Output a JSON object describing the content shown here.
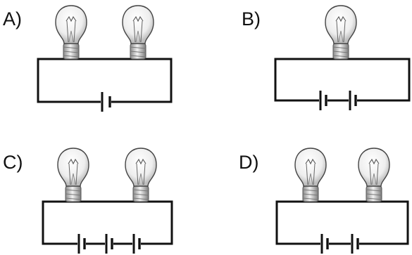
{
  "colors": {
    "wire": "#111111",
    "background": "#ffffff",
    "glass": "#f4f4f4",
    "base": "#d6d6d6"
  },
  "options": [
    {
      "label": "A)",
      "bulbs": 2,
      "cells": 1
    },
    {
      "label": "B)",
      "bulbs": 1,
      "cells": 2
    },
    {
      "label": "C)",
      "bulbs": 2,
      "cells": 3
    },
    {
      "label": "D)",
      "bulbs": 2,
      "cells": 2
    }
  ]
}
